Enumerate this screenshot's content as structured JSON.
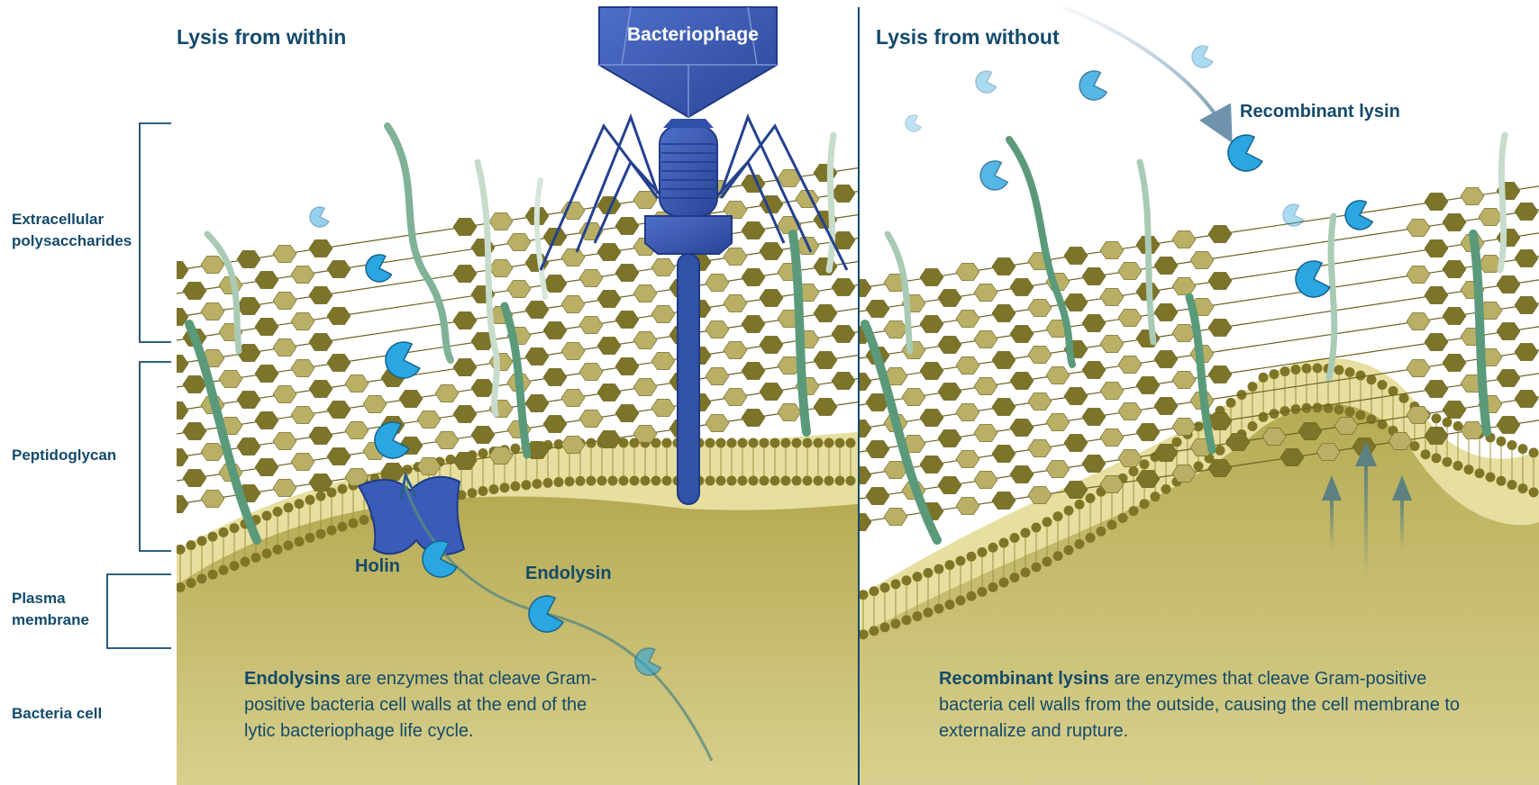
{
  "colors": {
    "text": "#134a6b",
    "cytoplasm": "#c9c075",
    "membrane_head": "#7f7526",
    "peptidoglycan_dark": "#7c7428",
    "peptidoglycan_light": "#b9b065",
    "polysaccharide": "#5a9a7a",
    "phage": "#2f4fa8",
    "enzyme": "#2aa6e0"
  },
  "side_labels": {
    "extracellular": "Extracellular polysaccharides",
    "peptidoglycan": "Peptidoglycan",
    "plasma_membrane": "Plasma membrane",
    "bacteria_cell": "Bacteria cell"
  },
  "left_panel": {
    "title": "Lysis from within",
    "phage_label": "Bacteriophage",
    "holin_label": "Holin",
    "endolysin_label": "Endolysin",
    "desc_bold": "Endolysins",
    "desc_rest": " are enzymes that cleave Gram-positive bacteria cell walls at the end of the lytic bacteriophage life cycle."
  },
  "right_panel": {
    "title": "Lysis from without",
    "recombinant_label": "Recombinant lysin",
    "desc_bold": "Recombinant lysins",
    "desc_rest": " are enzymes that cleave Gram-positive bacteria cell walls from the outside, causing the cell membrane to externalize and rupture."
  }
}
